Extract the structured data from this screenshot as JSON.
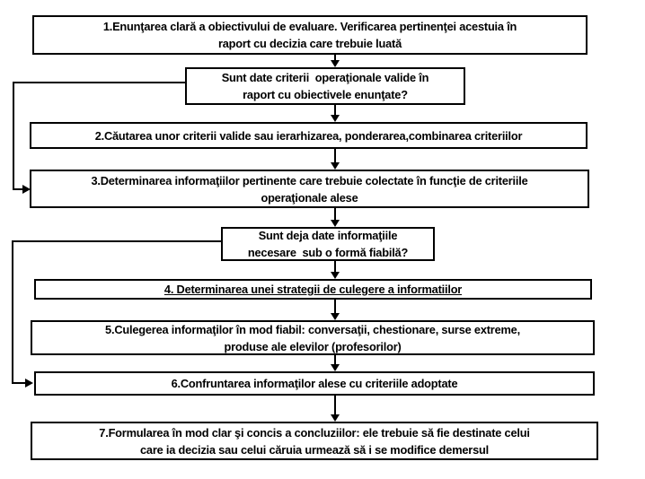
{
  "flowchart": {
    "type": "flowchart",
    "language": "ro",
    "colors": {
      "line": "#000000",
      "text": "#000000",
      "box_fill": "#ffffff",
      "background": "#ffffff"
    },
    "boxes": [
      {
        "id": "step-1",
        "text": "1.Enunţarea clară a obiectivului de evaluare. Verificarea pertinenţei acestuia în\nraport cu decizia care trebuie luată"
      },
      {
        "id": "decision-criteria",
        "text": "Sunt date criterii  operaţionale valide în\nraport cu obiectivele enunţate?"
      },
      {
        "id": "step-2",
        "text": "2.Căutarea unor criterii valide sau ierarhizarea, ponderarea,combinarea criteriilor"
      },
      {
        "id": "step-3",
        "text": "3.Determinarea informaţiilor pertinente care trebuie colectate în funcţie de criteriile\noperaţionale alese"
      },
      {
        "id": "decision-info",
        "text": "Sunt deja date informaţiile\nnecesare  sub o formă fiabilă?"
      },
      {
        "id": "step-4",
        "text": "4. Determinarea unei strategii de culegere a informatiilor",
        "underline": true
      },
      {
        "id": "step-5",
        "text": "5.Culegerea informaţilor în mod fiabil: conversaţii, chestionare, surse extreme,\nproduse ale elevilor (profesorilor)"
      },
      {
        "id": "step-6",
        "text": "6.Confruntarea informaţilor alese cu criteriile adoptate"
      },
      {
        "id": "step-7",
        "text": "7.Formularea în mod clar şi concis a concluziilor: ele trebuie să fie destinate celui\ncare ia decizia sau celui căruia urmează să i se modifice demersul"
      }
    ],
    "connections": [
      {
        "from": "step-1",
        "to": "decision-criteria",
        "kind": "arrow-down"
      },
      {
        "from": "decision-criteria",
        "to": "step-2",
        "kind": "arrow-down"
      },
      {
        "from": "step-2",
        "to": "step-3",
        "kind": "arrow-down"
      },
      {
        "from": "step-3",
        "to": "decision-info",
        "kind": "arrow-down"
      },
      {
        "from": "decision-info",
        "to": "step-4",
        "kind": "arrow-down"
      },
      {
        "from": "step-4",
        "to": "step-5",
        "kind": "arrow-down"
      },
      {
        "from": "step-5",
        "to": "step-6",
        "kind": "arrow-down"
      },
      {
        "from": "step-6",
        "to": "step-7",
        "kind": "arrow-down"
      },
      {
        "from": "decision-criteria",
        "to": "step-3",
        "kind": "feedback-left-loop"
      },
      {
        "from": "decision-info",
        "to": "step-6",
        "kind": "feedback-left-loop"
      }
    ]
  }
}
